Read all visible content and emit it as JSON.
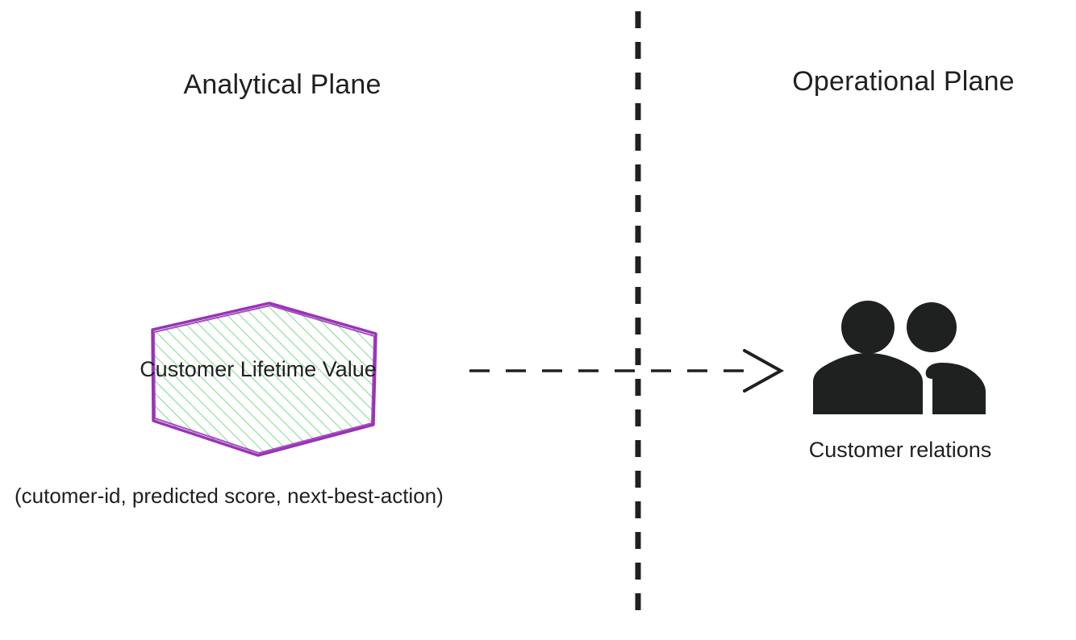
{
  "diagram": {
    "title_left": "Analytical Plane",
    "title_right": "Operational Plane",
    "divider": {
      "name": "plane-divider",
      "style": "vertical-dashed",
      "color": "#1f2020"
    },
    "nodes": {
      "clv": {
        "label": "Customer Lifetime Value",
        "shape": "hexagon",
        "border_color": "#9932b8",
        "fill_pattern": "diagonal-hatch",
        "hatch_color": "#8fdf9f",
        "caption": "(cutomer-id, predicted score, next-best-action)"
      },
      "customer_relations": {
        "label": "Customer relations",
        "icon": "people-icon",
        "icon_color": "#1f2020"
      }
    },
    "edges": [
      {
        "name": "clv-to-customer-relations",
        "from": "clv",
        "to": "customer_relations",
        "style": "dashed",
        "arrowhead": "open-chevron",
        "color": "#1f2020"
      }
    ],
    "colors": {
      "background": "#ffffff",
      "text": "#1f2020",
      "accent_purple": "#9932b8",
      "accent_green": "#8fdf9f"
    }
  }
}
